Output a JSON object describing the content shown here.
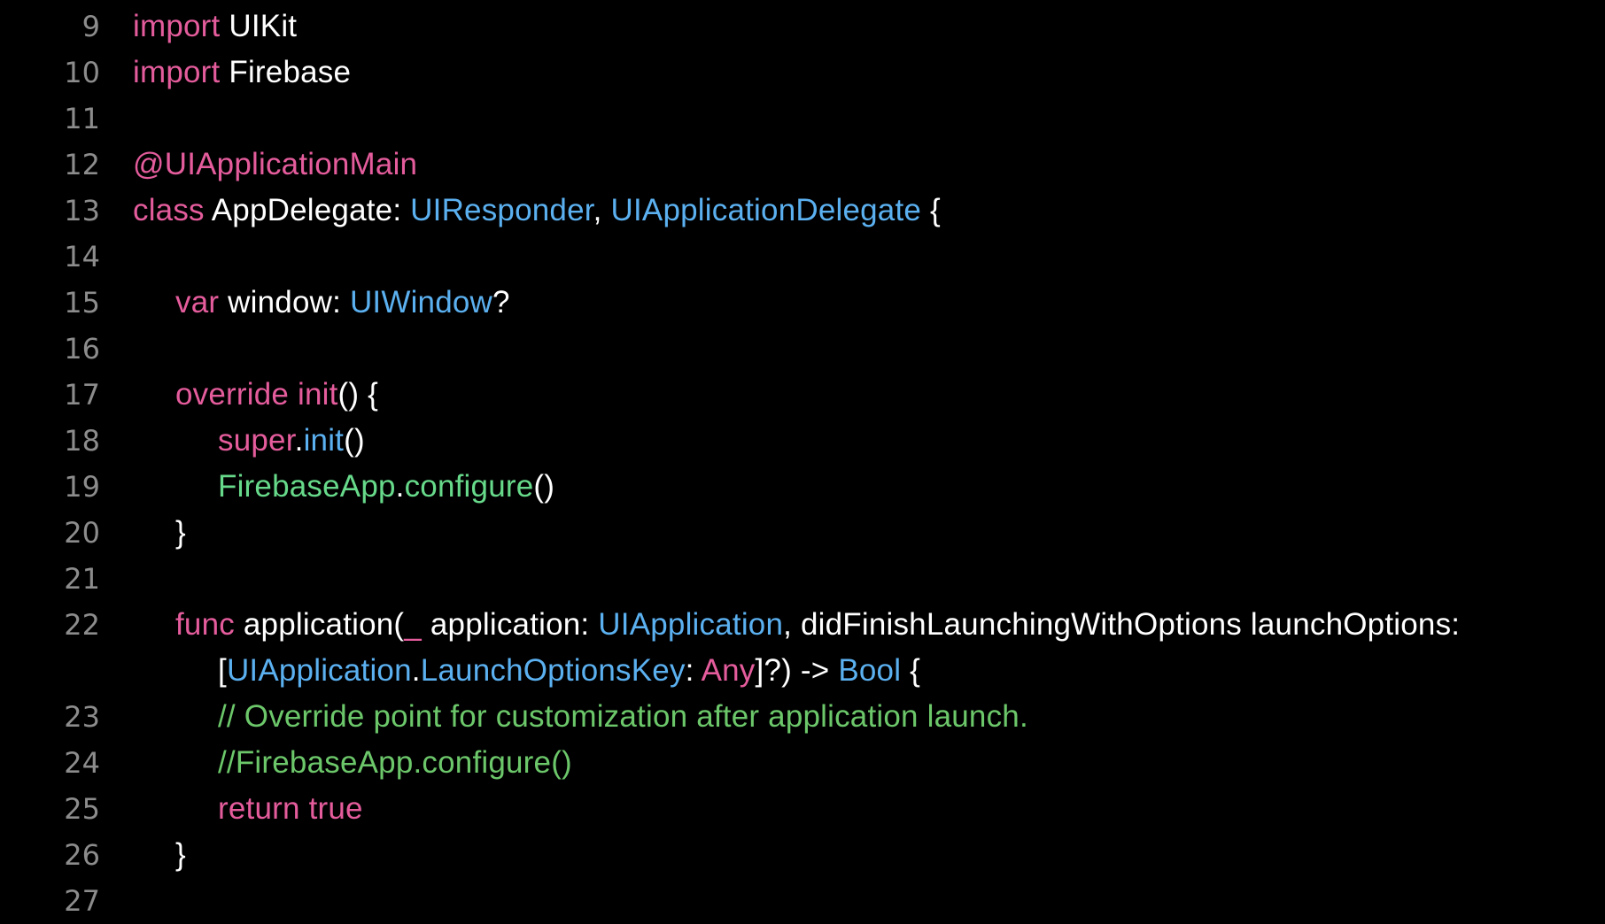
{
  "editor": {
    "background": "#000000",
    "colors": {
      "keyword": "#e45c9c",
      "type": "#5bb0f0",
      "function": "#67d98a",
      "comment": "#6cc76a",
      "plain": "#ffffff",
      "line_number": "#8c8c8c"
    },
    "lines": [
      {
        "number": "9",
        "indent": 0,
        "tokens": [
          {
            "text": "import",
            "kind": "keyword"
          },
          {
            "text": " UIKit",
            "kind": "plain"
          }
        ]
      },
      {
        "number": "10",
        "indent": 0,
        "tokens": [
          {
            "text": "import",
            "kind": "keyword"
          },
          {
            "text": " Firebase",
            "kind": "plain"
          }
        ]
      },
      {
        "number": "11",
        "indent": 0,
        "tokens": []
      },
      {
        "number": "12",
        "indent": 0,
        "tokens": [
          {
            "text": "@UIApplicationMain",
            "kind": "keyword"
          }
        ]
      },
      {
        "number": "13",
        "indent": 0,
        "tokens": [
          {
            "text": "class",
            "kind": "keyword"
          },
          {
            "text": " AppDelegate: ",
            "kind": "plain"
          },
          {
            "text": "UIResponder",
            "kind": "type"
          },
          {
            "text": ", ",
            "kind": "plain"
          },
          {
            "text": "UIApplicationDelegate",
            "kind": "type"
          },
          {
            "text": " {",
            "kind": "plain"
          }
        ]
      },
      {
        "number": "14",
        "indent": 0,
        "tokens": []
      },
      {
        "number": "15",
        "indent": 1,
        "tokens": [
          {
            "text": "var",
            "kind": "keyword"
          },
          {
            "text": " window: ",
            "kind": "plain"
          },
          {
            "text": "UIWindow",
            "kind": "type"
          },
          {
            "text": "?",
            "kind": "plain"
          }
        ]
      },
      {
        "number": "16",
        "indent": 0,
        "tokens": []
      },
      {
        "number": "17",
        "indent": 1,
        "tokens": [
          {
            "text": "override",
            "kind": "keyword"
          },
          {
            "text": " ",
            "kind": "plain"
          },
          {
            "text": "init",
            "kind": "keyword"
          },
          {
            "text": "() {",
            "kind": "plain"
          }
        ]
      },
      {
        "number": "18",
        "indent": 2,
        "tokens": [
          {
            "text": "super",
            "kind": "keyword"
          },
          {
            "text": ".",
            "kind": "plain"
          },
          {
            "text": "init",
            "kind": "type"
          },
          {
            "text": "()",
            "kind": "plain"
          }
        ]
      },
      {
        "number": "19",
        "indent": 2,
        "tokens": [
          {
            "text": "FirebaseApp",
            "kind": "function"
          },
          {
            "text": ".",
            "kind": "plain"
          },
          {
            "text": "configure",
            "kind": "function"
          },
          {
            "text": "()",
            "kind": "plain"
          }
        ]
      },
      {
        "number": "20",
        "indent": 1,
        "tokens": [
          {
            "text": "}",
            "kind": "plain"
          }
        ]
      },
      {
        "number": "21",
        "indent": 0,
        "tokens": []
      },
      {
        "number": "22",
        "indent": 1,
        "tokens": [
          {
            "text": "func",
            "kind": "keyword"
          },
          {
            "text": " application(",
            "kind": "plain"
          },
          {
            "text": "_",
            "kind": "keyword"
          },
          {
            "text": " application: ",
            "kind": "plain"
          },
          {
            "text": "UIApplication",
            "kind": "type"
          },
          {
            "text": ", didFinishLaunchingWithOptions launchOptions:",
            "kind": "plain"
          }
        ]
      },
      {
        "number": "",
        "indent": 2,
        "tokens": [
          {
            "text": "[",
            "kind": "plain"
          },
          {
            "text": "UIApplication",
            "kind": "type"
          },
          {
            "text": ".",
            "kind": "plain"
          },
          {
            "text": "LaunchOptionsKey",
            "kind": "type"
          },
          {
            "text": ": ",
            "kind": "plain"
          },
          {
            "text": "Any",
            "kind": "keyword"
          },
          {
            "text": "]?) -> ",
            "kind": "plain"
          },
          {
            "text": "Bool",
            "kind": "type"
          },
          {
            "text": " {",
            "kind": "plain"
          }
        ]
      },
      {
        "number": "23",
        "indent": 2,
        "tokens": [
          {
            "text": "// Override point for customization after application launch.",
            "kind": "comment"
          }
        ]
      },
      {
        "number": "24",
        "indent": 2,
        "tokens": [
          {
            "text": "//FirebaseApp.configure()",
            "kind": "comment"
          }
        ]
      },
      {
        "number": "25",
        "indent": 2,
        "tokens": [
          {
            "text": "return",
            "kind": "keyword"
          },
          {
            "text": " ",
            "kind": "plain"
          },
          {
            "text": "true",
            "kind": "keyword"
          }
        ]
      },
      {
        "number": "26",
        "indent": 1,
        "tokens": [
          {
            "text": "}",
            "kind": "plain"
          }
        ]
      },
      {
        "number": "27",
        "indent": 0,
        "tokens": []
      }
    ]
  }
}
